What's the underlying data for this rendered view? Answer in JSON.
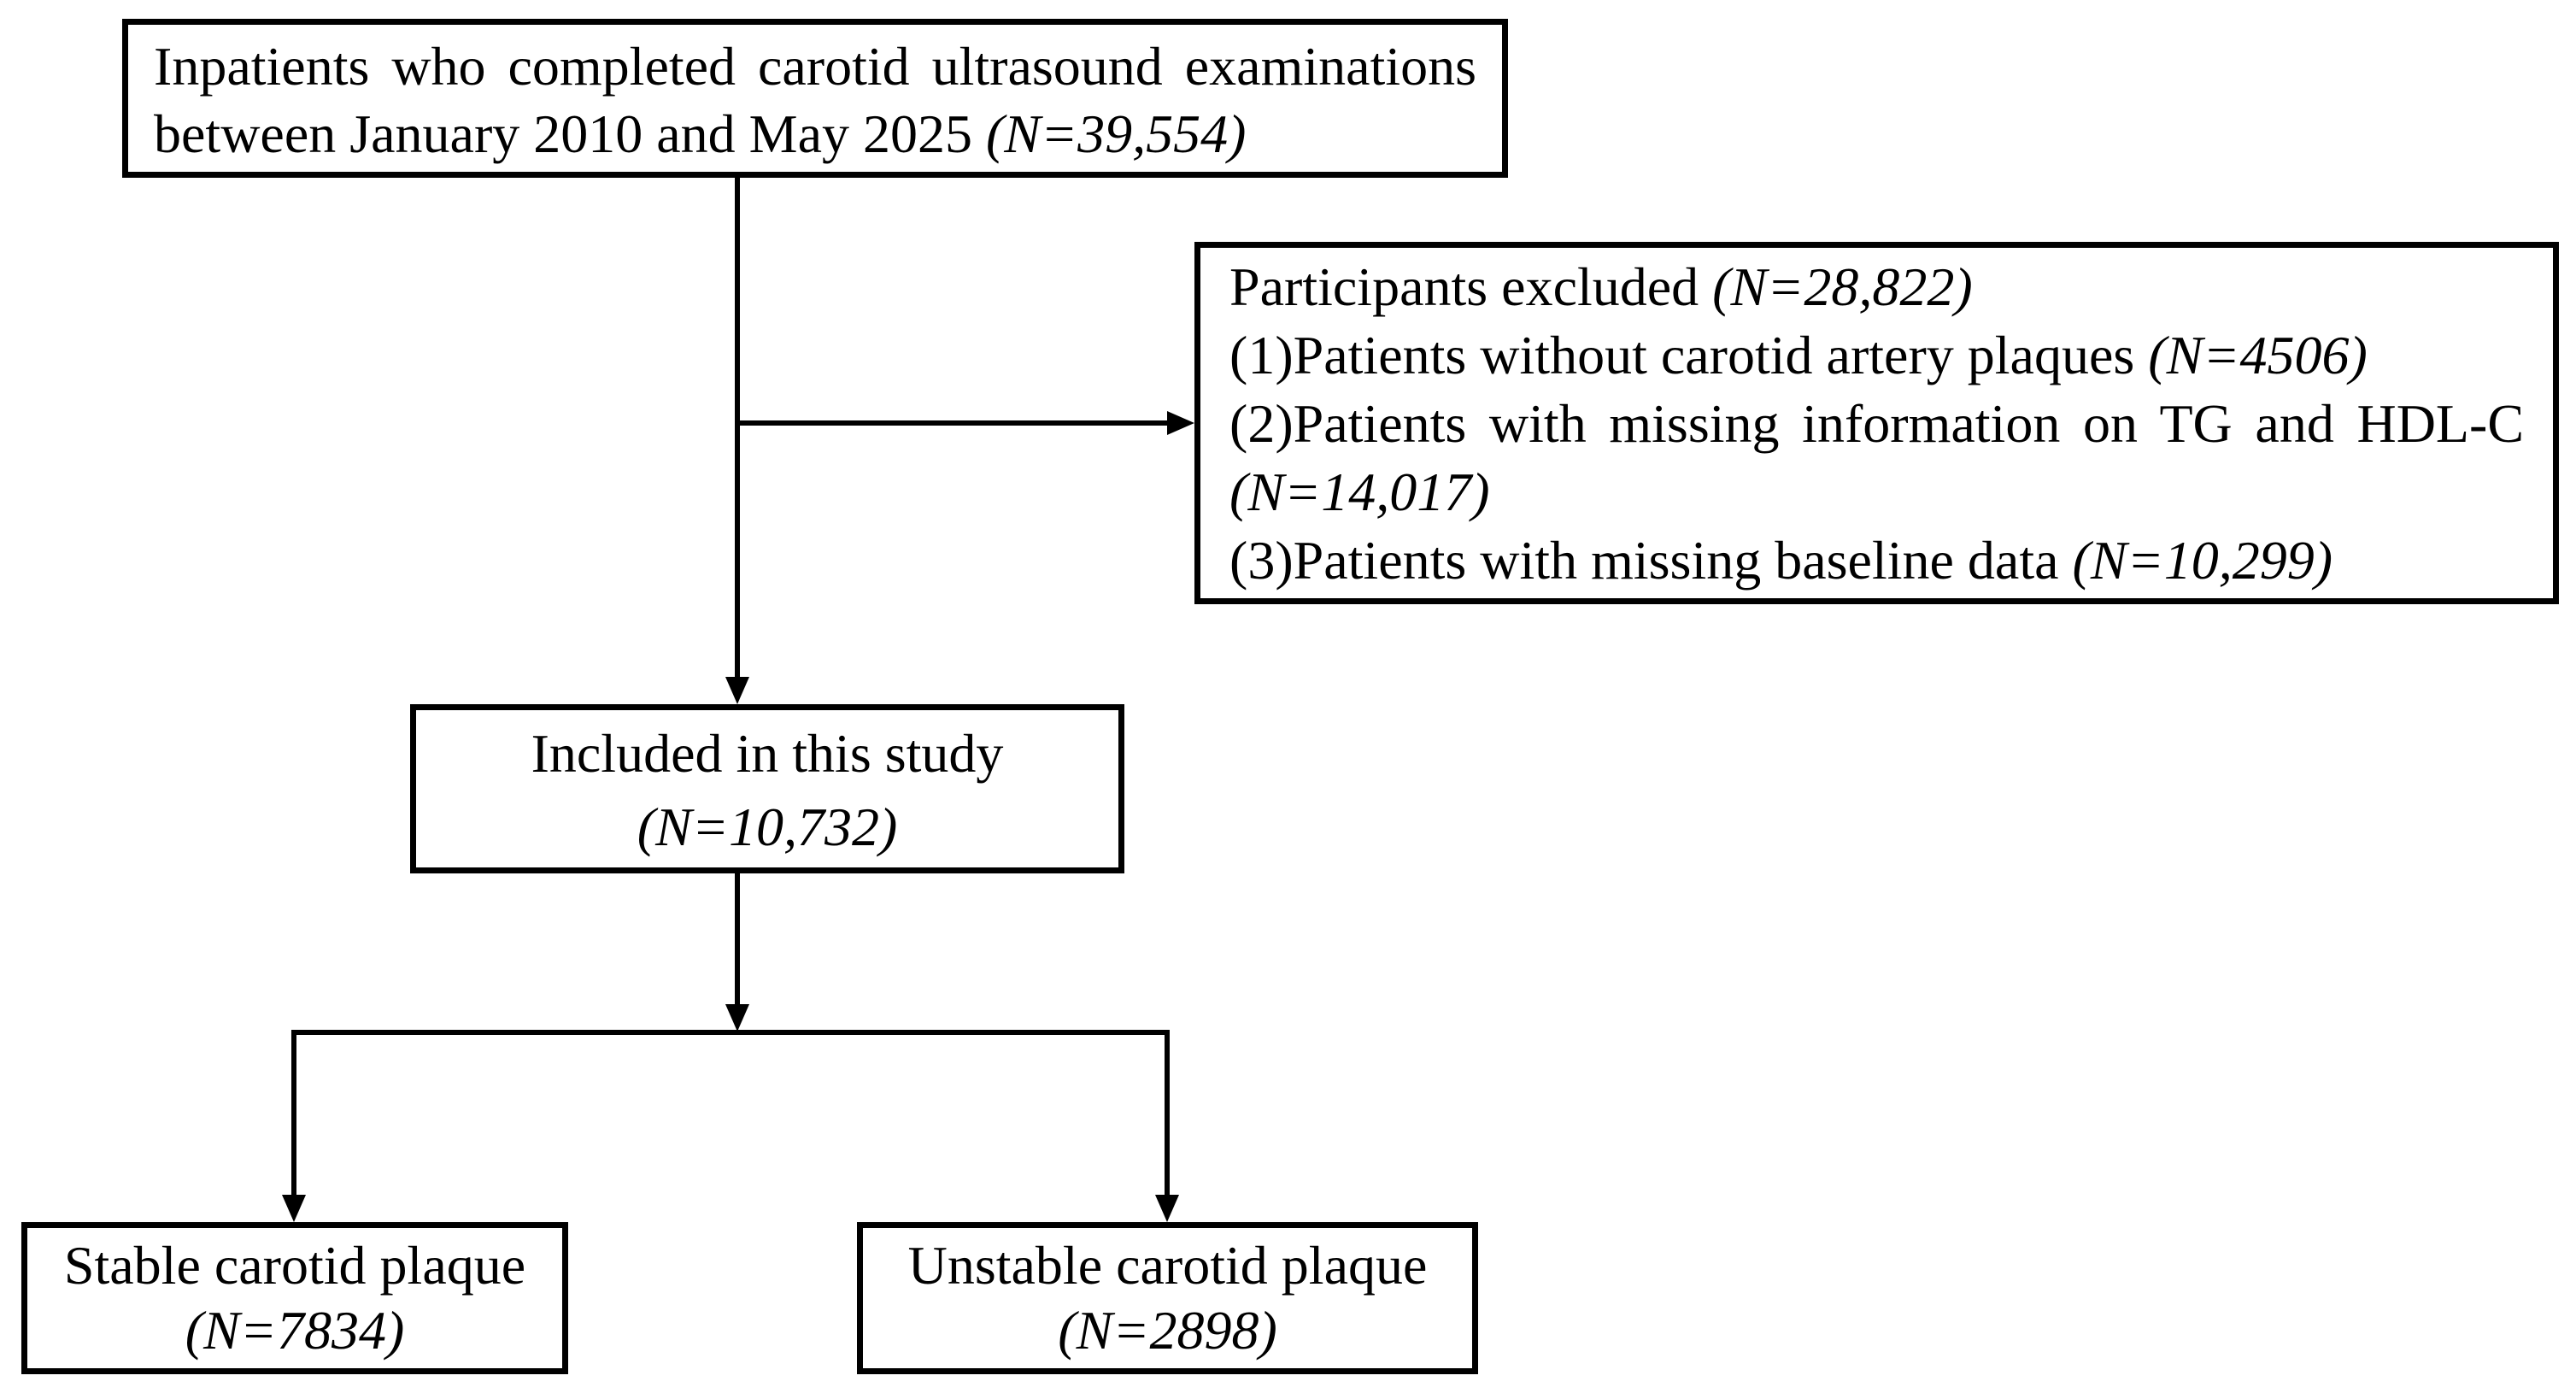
{
  "colors": {
    "line": "#000000",
    "text": "#000000",
    "background": "#ffffff"
  },
  "boxes": {
    "eligible": {
      "line1": "Inpatients who completed carotid ultrasound examinations",
      "line2_text": "between January 2010 and May 2025 ",
      "line2_n": "(N=39,554)"
    },
    "excluded": {
      "line1_text": "Participants excluded ",
      "line1_n": "(N=28,822)",
      "line2_text": "(1)Patients without carotid artery plaques ",
      "line2_n": "(N=4506)",
      "line3_text": "(2)Patients with missing information on TG and HDL-C",
      "line4_n": "(N=14,017)",
      "line5_text": "(3)Patients with missing baseline data ",
      "line5_n": "(N=10,299)"
    },
    "included": {
      "line1": "Included in this study",
      "n": "(N=10,732)"
    },
    "stable": {
      "line1": "Stable carotid plaque",
      "n": "(N=7834)"
    },
    "unstable": {
      "line1": "Unstable carotid plaque",
      "n": "(N=2898)"
    }
  }
}
